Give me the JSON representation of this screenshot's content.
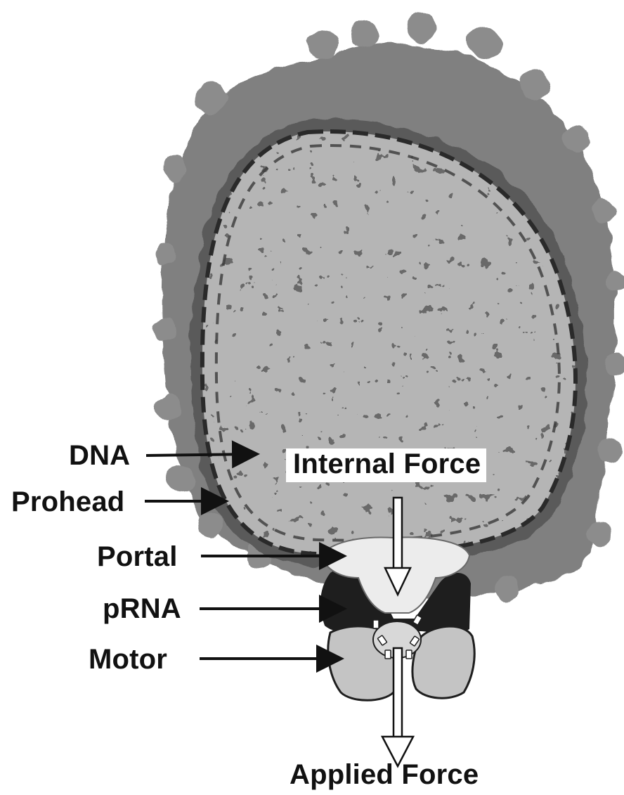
{
  "labels": {
    "dna": "DNA",
    "prohead": "Prohead",
    "portal": "Portal",
    "prna": "pRNA",
    "motor": "Motor",
    "internal_force": "Internal Force",
    "applied_force": "Applied Force"
  },
  "colors": {
    "background": "#ffffff",
    "shell": "#7f7f7f",
    "dna_fill": "#b5b5b5",
    "dark_texture": "#2a2a2a",
    "portal": "#ececec",
    "prna": "#1e1e1e",
    "motor": "#c4c4c4",
    "text": "#111111"
  }
}
